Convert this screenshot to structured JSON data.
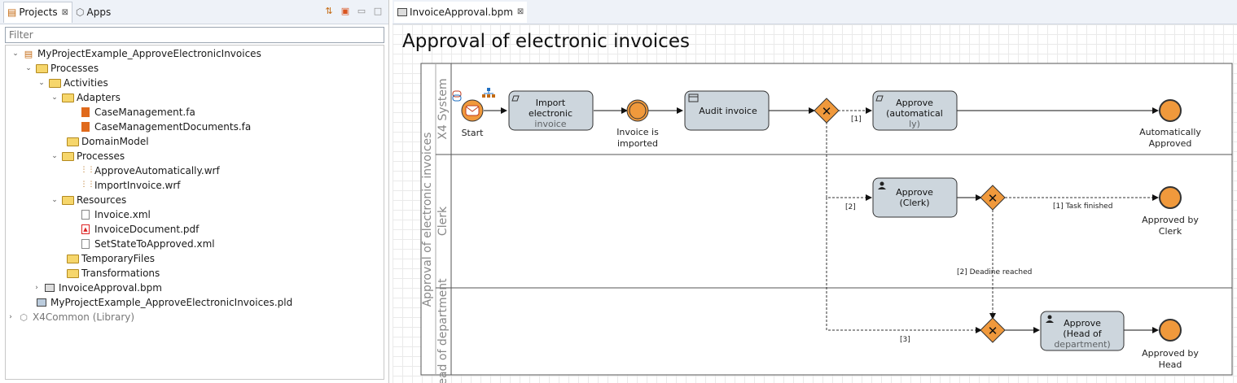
{
  "left_panel": {
    "tabs": [
      {
        "label": "Projects",
        "icon": "projects-icon",
        "close": "⊠"
      },
      {
        "label": "Apps",
        "icon": "apps-icon"
      }
    ],
    "filter_placeholder": "Filter",
    "tree": [
      {
        "label": "MyProjectExample_ApproveElectronicInvoices",
        "icon": "project-icon",
        "expanded": true
      },
      {
        "label": "Processes",
        "icon": "folder-icon",
        "expanded": true
      },
      {
        "label": "Activities",
        "icon": "folder-icon",
        "expanded": true
      },
      {
        "label": "Adapters",
        "icon": "folder-icon",
        "expanded": true
      },
      {
        "label": "CaseManagement.fa",
        "icon": "adapter-file-icon"
      },
      {
        "label": "CaseManagementDocuments.fa",
        "icon": "adapter-file-icon"
      },
      {
        "label": "DomainModel",
        "icon": "folder-icon"
      },
      {
        "label": "Processes",
        "icon": "folder-icon",
        "expanded": true
      },
      {
        "label": "ApproveAutomatically.wrf",
        "icon": "workflow-file-icon"
      },
      {
        "label": "ImportInvoice.wrf",
        "icon": "workflow-file-icon"
      },
      {
        "label": "Resources",
        "icon": "folder-icon",
        "expanded": true
      },
      {
        "label": "Invoice.xml",
        "icon": "xml-file-icon"
      },
      {
        "label": "InvoiceDocument.pdf",
        "icon": "pdf-file-icon"
      },
      {
        "label": "SetStateToApproved.xml",
        "icon": "xml-file-icon"
      },
      {
        "label": "TemporaryFiles",
        "icon": "folder-icon"
      },
      {
        "label": "Transformations",
        "icon": "folder-icon"
      },
      {
        "label": "InvoiceApproval.bpm",
        "icon": "bpm-file-icon",
        "expanded": false
      },
      {
        "label": "MyProjectExample_ApproveElectronicInvoices.pld",
        "icon": "pld-file-icon"
      },
      {
        "label": "X4Common (Library)",
        "icon": "library-icon",
        "expanded": false
      }
    ]
  },
  "editor": {
    "tab_label": "InvoiceApproval.bpm",
    "tab_close": "⊠",
    "title": "Approval of electronic invoices",
    "pool_label": "Approval of electronic invoices",
    "lanes": [
      "X4 System",
      "Clerk",
      "ead of department"
    ],
    "nodes": {
      "start": "Start",
      "import_task": [
        "Import",
        "electronic",
        "invoice"
      ],
      "invoice_imported": [
        "Invoice is",
        "imported"
      ],
      "audit_task": "Audit invoice",
      "approve_auto_task": [
        "Approve",
        "(automatical",
        "ly)"
      ],
      "auto_approved": [
        "Automatically",
        "Approved"
      ],
      "approve_clerk_task": [
        "Approve",
        "(Clerk)"
      ],
      "approved_clerk": [
        "Approved by",
        "Clerk"
      ],
      "approve_head_task": [
        "Approve",
        "(Head of",
        "department)"
      ],
      "approved_head": [
        "Approved by",
        "Head"
      ]
    },
    "flows": {
      "f1": "[1]",
      "f2": "[2]",
      "f3": "[3]",
      "task_finished": "[1] Task finished",
      "deadline": "[2] Deadine reached"
    },
    "colors": {
      "event": "#f0993c",
      "task_fill": "#cdd6dd",
      "gateway": "#f0993c"
    }
  }
}
